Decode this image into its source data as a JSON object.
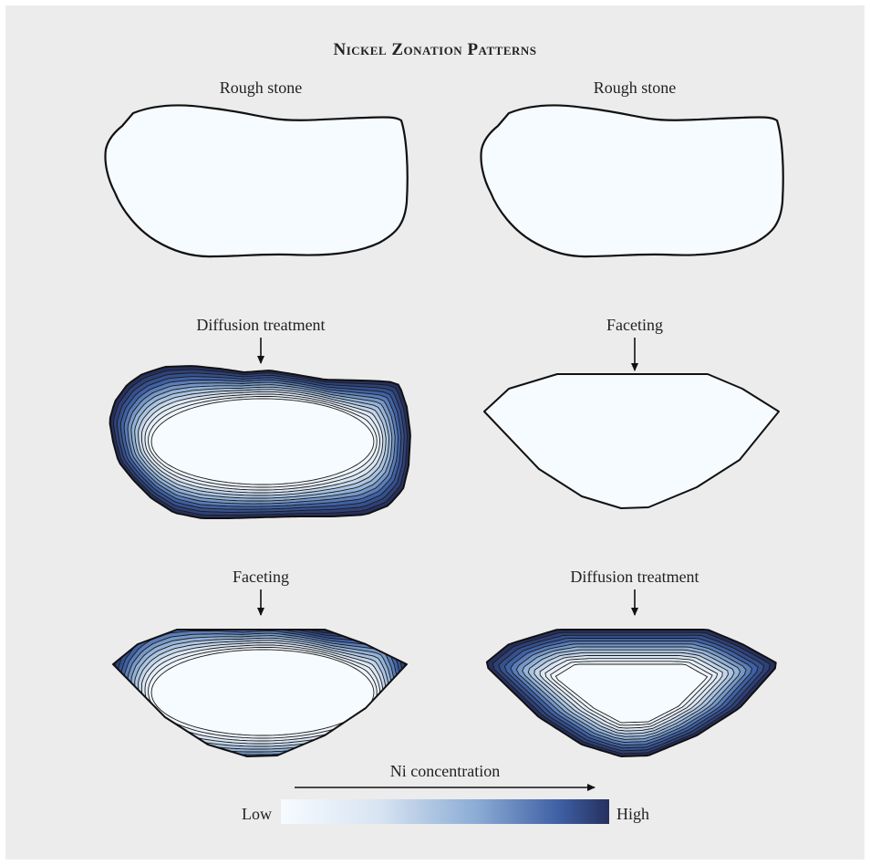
{
  "title": "Nickel Zonation Patterns",
  "panels": {
    "left": {
      "step1": "Rough stone",
      "step2": "Diffusion treatment",
      "step3": "Faceting"
    },
    "right": {
      "step1": "Rough stone",
      "step2": "Faceting",
      "step3": "Diffusion treatment"
    }
  },
  "legend": {
    "label": "Ni concentration",
    "low": "Low",
    "high": "High",
    "gradient": [
      "#f6fbff",
      "#dbe6f3",
      "#93b3d8",
      "#3f62a6",
      "#26305f"
    ]
  },
  "colors": {
    "background": "#ececec",
    "stone_fill": "#f6fbff",
    "outline": "#111111"
  }
}
